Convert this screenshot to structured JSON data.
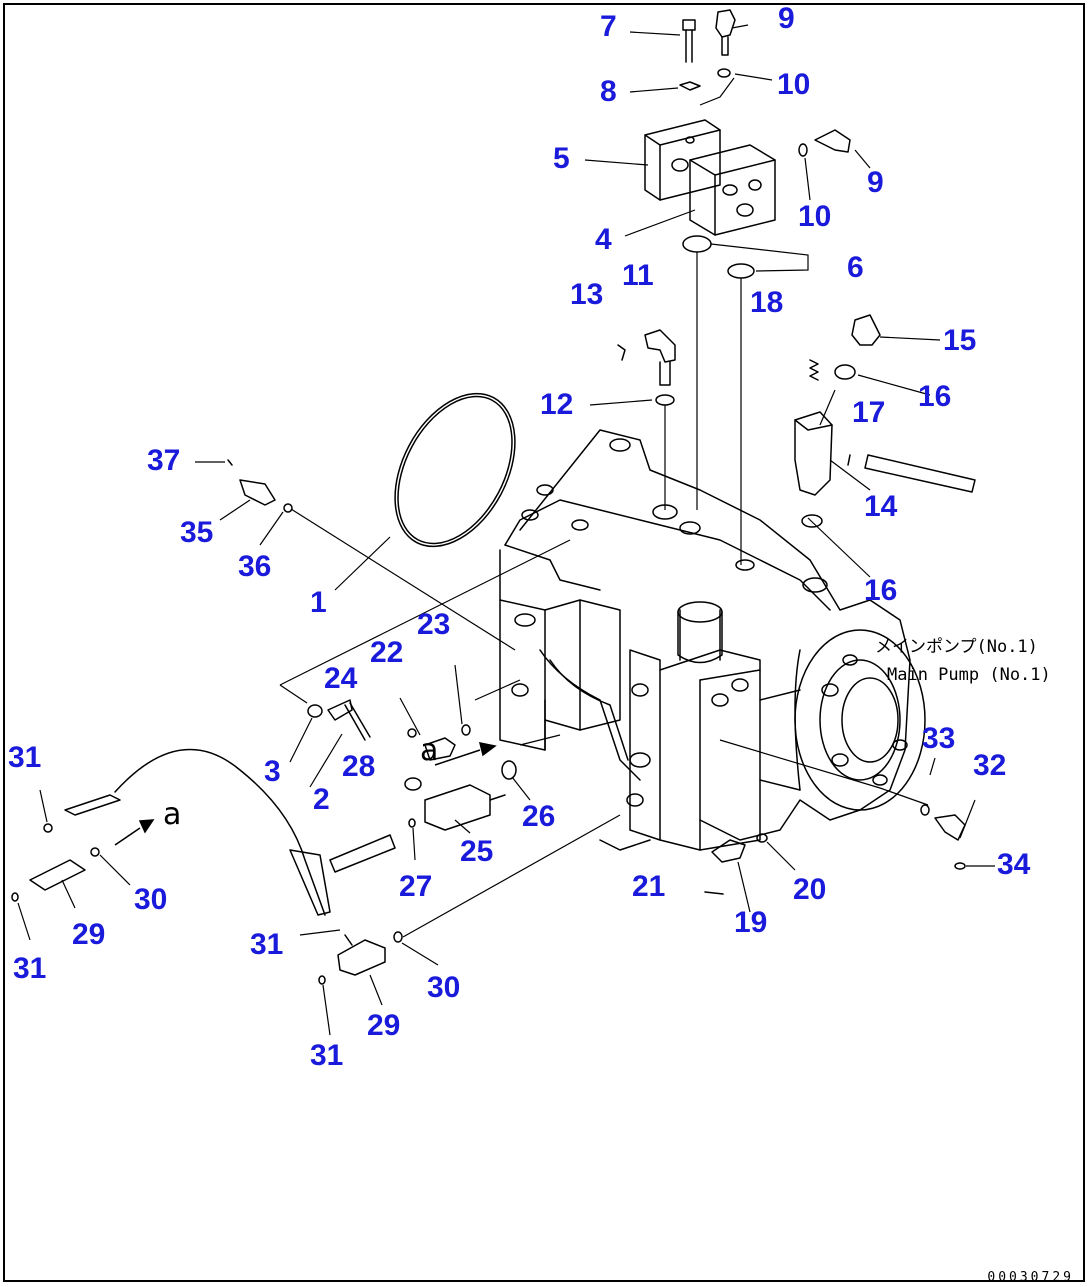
{
  "callouts": [
    {
      "id": "7",
      "text": "7"
    },
    {
      "id": "9a",
      "text": "9"
    },
    {
      "id": "8",
      "text": "8"
    },
    {
      "id": "10a",
      "text": "10"
    },
    {
      "id": "5",
      "text": "5"
    },
    {
      "id": "9b",
      "text": "9"
    },
    {
      "id": "10b",
      "text": "10"
    },
    {
      "id": "4",
      "text": "4"
    },
    {
      "id": "6",
      "text": "6"
    },
    {
      "id": "13",
      "text": "13"
    },
    {
      "id": "11",
      "text": "11"
    },
    {
      "id": "18",
      "text": "18"
    },
    {
      "id": "15",
      "text": "15"
    },
    {
      "id": "12",
      "text": "12"
    },
    {
      "id": "16a",
      "text": "16"
    },
    {
      "id": "17",
      "text": "17"
    },
    {
      "id": "37",
      "text": "37"
    },
    {
      "id": "14",
      "text": "14"
    },
    {
      "id": "35",
      "text": "35"
    },
    {
      "id": "36",
      "text": "36"
    },
    {
      "id": "16b",
      "text": "16"
    },
    {
      "id": "1",
      "text": "1"
    },
    {
      "id": "23",
      "text": "23"
    },
    {
      "id": "22",
      "text": "22"
    },
    {
      "id": "24",
      "text": "24"
    },
    {
      "id": "31a",
      "text": "31"
    },
    {
      "id": "3",
      "text": "3"
    },
    {
      "id": "28",
      "text": "28"
    },
    {
      "id": "33",
      "text": "33"
    },
    {
      "id": "32",
      "text": "32"
    },
    {
      "id": "2",
      "text": "2"
    },
    {
      "id": "26",
      "text": "26"
    },
    {
      "id": "25",
      "text": "25"
    },
    {
      "id": "34",
      "text": "34"
    },
    {
      "id": "30a",
      "text": "30"
    },
    {
      "id": "21",
      "text": "21"
    },
    {
      "id": "20",
      "text": "20"
    },
    {
      "id": "27",
      "text": "27"
    },
    {
      "id": "29a",
      "text": "29"
    },
    {
      "id": "19",
      "text": "19"
    },
    {
      "id": "31b",
      "text": "31"
    },
    {
      "id": "31c",
      "text": "31"
    },
    {
      "id": "30b",
      "text": "30"
    },
    {
      "id": "29b",
      "text": "29"
    },
    {
      "id": "31d",
      "text": "31"
    }
  ],
  "annotations": {
    "pump_jp": "メインポンプ(No.1)",
    "pump_en": "Main Pump (No.1)",
    "letter_a1": "a",
    "letter_a2": "a",
    "drawing_code": "00030729"
  },
  "colors": {
    "callout": "#1a1adb",
    "line": "#000000"
  }
}
